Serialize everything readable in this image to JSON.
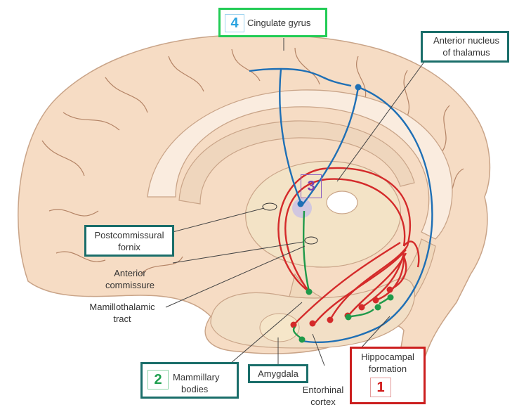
{
  "labels": {
    "cingulate_gyrus": "Cingulate gyrus",
    "anterior_nucleus_line1": "Anterior nucleus",
    "anterior_nucleus_line2": "of thalamus",
    "postcommissural_line1": "Postcommissural",
    "postcommissural_line2": "fornix",
    "anterior_commissure_line1": "Anterior",
    "anterior_commissure_line2": "commissure",
    "mamillothalamic_line1": "Mamillothalamic",
    "mamillothalamic_line2": "tract",
    "mammillary_line1": "Mammillary",
    "mammillary_line2": "bodies",
    "amygdala": "Amygdala",
    "entorhinal_line1": "Entorhinal",
    "entorhinal_line2": "cortex",
    "hippocampal_line1": "Hippocampal",
    "hippocampal_line2": "formation"
  },
  "numbers": {
    "hippocampal": "1",
    "mammillary": "2",
    "thalamus": "3",
    "cingulate": "4"
  },
  "colors": {
    "box_green": "#22cc55",
    "box_teal": "#1a6e6a",
    "box_red": "#cc1f1f",
    "box_purple": "#8a5cc0",
    "num_blue": "#2aa3e0",
    "num_green": "#20a050",
    "num_red": "#d01818",
    "num_purple": "#7a3fb0",
    "pathway_blue": "#1e6fb5",
    "pathway_red": "#d42a2a",
    "pathway_green": "#1f9a4a",
    "brain_fill": "#f6dcc4",
    "brain_outline": "#c9a488"
  }
}
